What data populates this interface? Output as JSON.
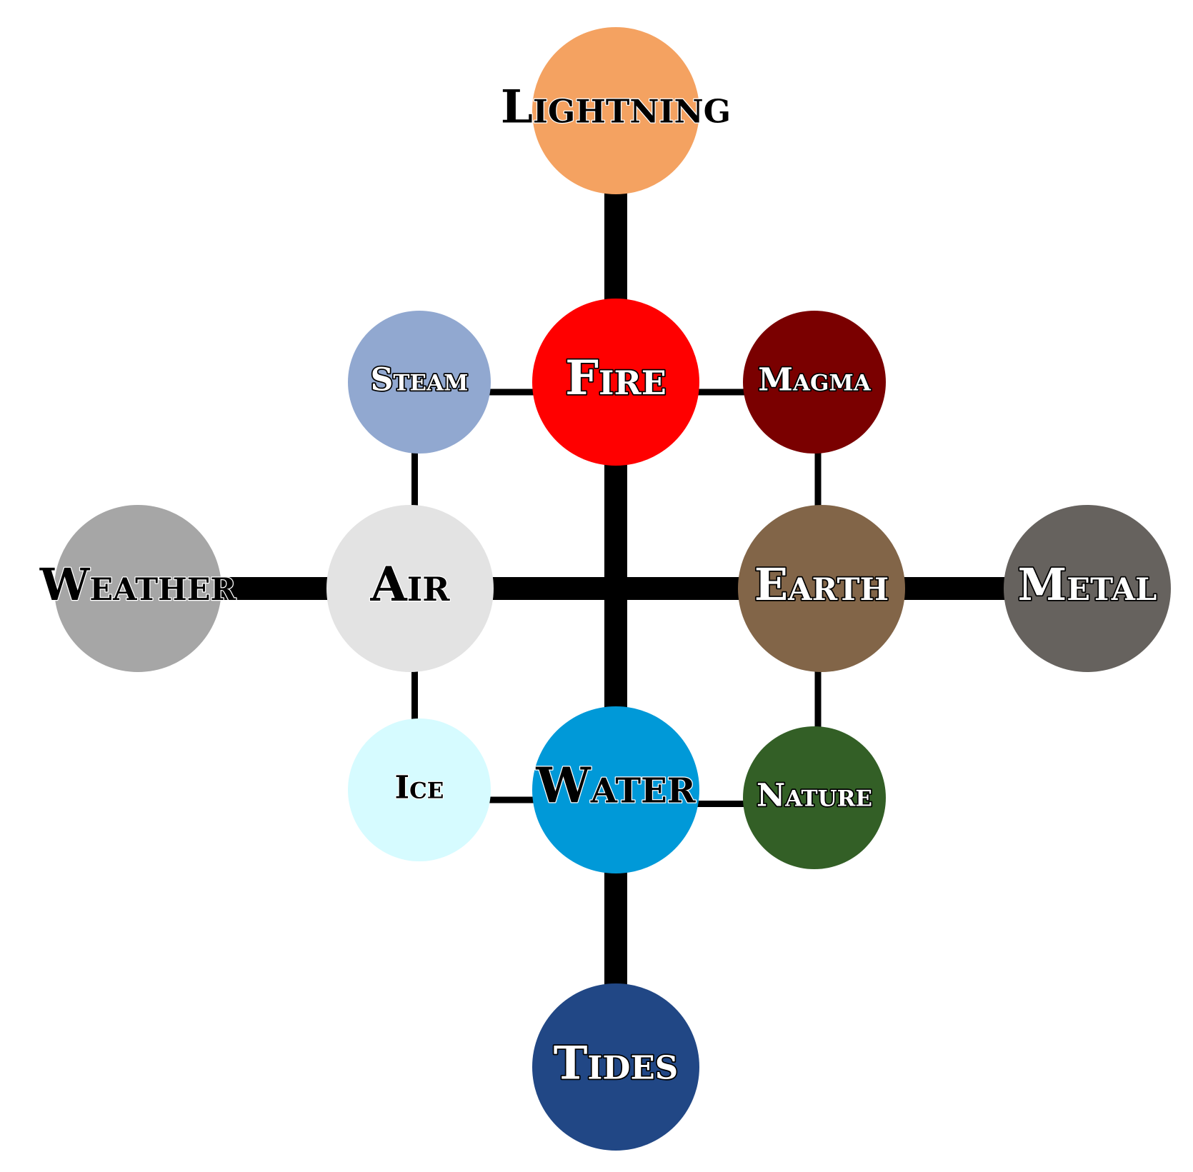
{
  "diagram": {
    "nodes": [
      {
        "id": "lightning",
        "label": "Lightning",
        "color": "#F4A261",
        "text_style": "dark"
      },
      {
        "id": "steam",
        "label": "Steam",
        "color": "#91A8D0",
        "text_style": "light"
      },
      {
        "id": "fire",
        "label": "Fire",
        "color": "#FF0000",
        "text_style": "light"
      },
      {
        "id": "magma",
        "label": "Magma",
        "color": "#7A0000",
        "text_style": "light"
      },
      {
        "id": "weather",
        "label": "Weather",
        "color": "#A6A6A6",
        "text_style": "dark"
      },
      {
        "id": "air",
        "label": "Air",
        "color": "#E3E3E3",
        "text_style": "dark"
      },
      {
        "id": "earth",
        "label": "Earth",
        "color": "#826548",
        "text_style": "light"
      },
      {
        "id": "metal",
        "label": "Metal",
        "color": "#66625E",
        "text_style": "light"
      },
      {
        "id": "ice",
        "label": "Ice",
        "color": "#D6FBFF",
        "text_style": "dark"
      },
      {
        "id": "water",
        "label": "Water",
        "color": "#0099D8",
        "text_style": "dark"
      },
      {
        "id": "nature",
        "label": "Nature",
        "color": "#335F26",
        "text_style": "light"
      },
      {
        "id": "tides",
        "label": "Tides",
        "color": "#214785",
        "text_style": "light"
      }
    ],
    "edges": [
      {
        "from": "lightning",
        "to": "fire",
        "weight": "thick"
      },
      {
        "from": "fire",
        "to": "water",
        "weight": "thick"
      },
      {
        "from": "water",
        "to": "tides",
        "weight": "thick"
      },
      {
        "from": "weather",
        "to": "air",
        "weight": "thick"
      },
      {
        "from": "air",
        "to": "earth",
        "weight": "thick"
      },
      {
        "from": "earth",
        "to": "metal",
        "weight": "thick"
      },
      {
        "from": "steam",
        "to": "fire",
        "weight": "thin"
      },
      {
        "from": "fire",
        "to": "magma",
        "weight": "thin"
      },
      {
        "from": "steam",
        "to": "air",
        "weight": "thin"
      },
      {
        "from": "magma",
        "to": "earth",
        "weight": "thin"
      },
      {
        "from": "air",
        "to": "ice",
        "weight": "thin"
      },
      {
        "from": "earth",
        "to": "nature",
        "weight": "thin"
      },
      {
        "from": "ice",
        "to": "water",
        "weight": "thin"
      },
      {
        "from": "water",
        "to": "nature",
        "weight": "thin"
      }
    ]
  }
}
